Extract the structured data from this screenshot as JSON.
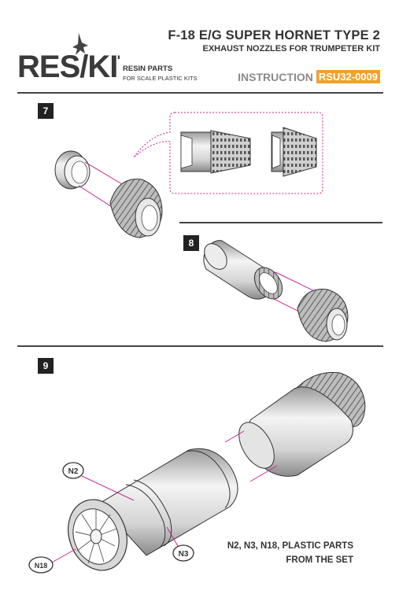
{
  "brand": {
    "logo_text": "RES/KIT",
    "tagline_main": "RESIN PARTS",
    "tagline_sub": "FOR SCALE PLASTIC KITS"
  },
  "header": {
    "title": "F-18 E/G SUPER HORNET TYPE 2",
    "subtitle": "EXHAUST NOZZLES FOR TRUMPETER KIT",
    "instruction_label": "INSTRUCTION",
    "instruction_code": "RSU32-0009"
  },
  "steps": [
    {
      "number": "7"
    },
    {
      "number": "8"
    },
    {
      "number": "9"
    }
  ],
  "callouts": {
    "n2": "N2",
    "n3": "N3",
    "n18": "N18"
  },
  "note": {
    "line1": "N2, N3, N18, PLASTIC PARTS",
    "line2": "FROM THE SET"
  },
  "colors": {
    "accent": "#f0a22b",
    "guide_line": "#c4288f",
    "text": "#333333"
  }
}
